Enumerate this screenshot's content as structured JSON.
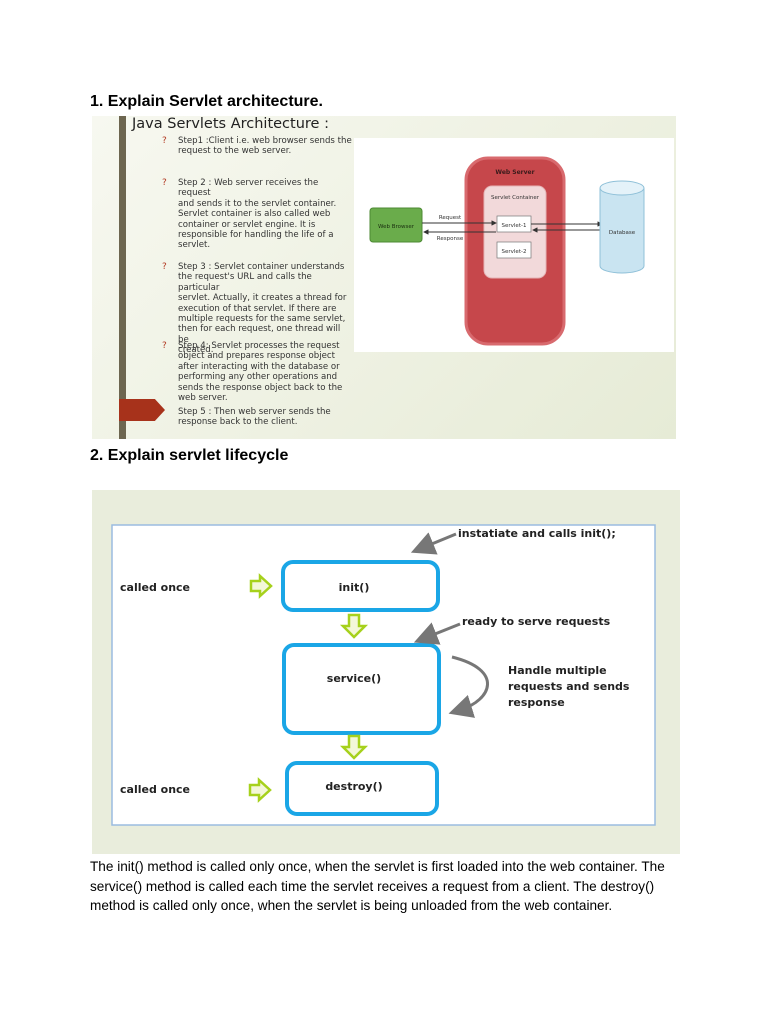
{
  "section1": {
    "heading": "1. Explain Servlet architecture.",
    "figure_title": "Java Servlets Architecture :",
    "bullet_glyph": "?",
    "steps": [
      "Step1 :Client i.e. web browser sends the\nrequest to the web server.",
      "Step 2 : Web server receives the request\nand sends it to the servlet container.\nServlet container is also called web\ncontainer or servlet engine. It is\nresponsible for handling the life of a\nservlet.",
      "Step 3 : Servlet container understands\nthe request's URL and calls the particular\nservlet. Actually, it creates a thread for\nexecution of that servlet. If there are\nmultiple requests for the same servlet,\nthen for each request, one thread will be\ncreated.",
      "Step 4: Servlet processes the request\nobject and prepares response object\nafter interacting with the database or\nperforming any other operations and\nsends the response object back to the\nweb server.",
      "Step 5 : Then web server sends the\nresponse back to the client."
    ],
    "diagram": {
      "web_server": "Web Server",
      "servlet_container": "Servlet Container",
      "servlet1": "Servlet-1",
      "servlet2": "Servlet-2",
      "web_browser": "Web Browser",
      "request": "Request",
      "response": "Response",
      "database": "Database"
    }
  },
  "section2": {
    "heading": "2. Explain servlet lifecycle",
    "diagram": {
      "init": "init()",
      "service": "service()",
      "destroy": "destroy()",
      "called_once_top": "called once",
      "called_once_bottom": "called once",
      "instantiate_note": "instatiate and calls init();",
      "ready_note": "ready to serve requests",
      "handle_note_lines": [
        "Handle multiple",
        "requests and sends",
        "response"
      ]
    }
  },
  "paragraph": "The init() method is called only once, when the servlet is first loaded into the web container. The service() method is called each time the servlet receives a request from a client. The destroy() method is called only once, when the servlet is being unloaded from the web container.",
  "colors": {
    "lifecycle_box_border": "#1aa6e6",
    "lifecycle_arrow": "#a6d11c",
    "web_server_fill": "#c6474b",
    "web_browser_fill": "#6aac4b",
    "database_fill": "#c9e4f1"
  }
}
